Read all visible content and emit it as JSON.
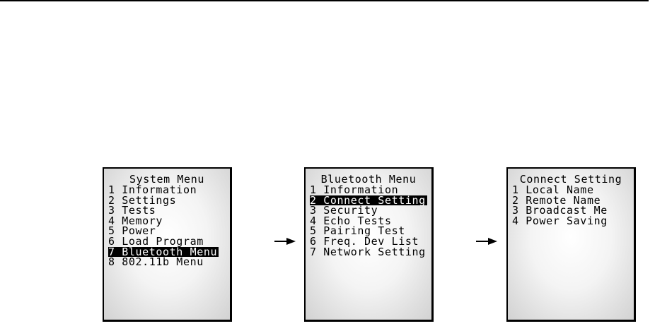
{
  "screens": [
    {
      "title": "System Menu",
      "items": [
        {
          "num": "1",
          "label": "Information"
        },
        {
          "num": "2",
          "label": "Settings"
        },
        {
          "num": "3",
          "label": "Tests"
        },
        {
          "num": "4",
          "label": "Memory"
        },
        {
          "num": "5",
          "label": "Power"
        },
        {
          "num": "6",
          "label": "Load Program"
        },
        {
          "num": "7",
          "label": "Bluetooth Menu"
        },
        {
          "num": "8",
          "label": "802.11b Menu"
        }
      ],
      "selected_index": 6
    },
    {
      "title": "Bluetooth Menu",
      "items": [
        {
          "num": "1",
          "label": "Information"
        },
        {
          "num": "2",
          "label": "Connect Setting"
        },
        {
          "num": "3",
          "label": "Security"
        },
        {
          "num": "4",
          "label": "Echo Tests"
        },
        {
          "num": "5",
          "label": "Pairing Test"
        },
        {
          "num": "6",
          "label": "Freq. Dev List"
        },
        {
          "num": "7",
          "label": "Network Setting"
        }
      ],
      "selected_index": 1
    },
    {
      "title": "Connect Setting",
      "items": [
        {
          "num": "1",
          "label": "Local Name"
        },
        {
          "num": "2",
          "label": "Remote Name"
        },
        {
          "num": "3",
          "label": "Broadcast Me"
        },
        {
          "num": "4",
          "label": "Power Saving"
        }
      ],
      "selected_index": -1
    }
  ],
  "arrows": [
    "arrow-right-icon",
    "arrow-right-icon"
  ],
  "colors": {
    "ink": "#000000",
    "screen_bg": "#f4f4f4",
    "highlight_text": "#ffffff"
  }
}
